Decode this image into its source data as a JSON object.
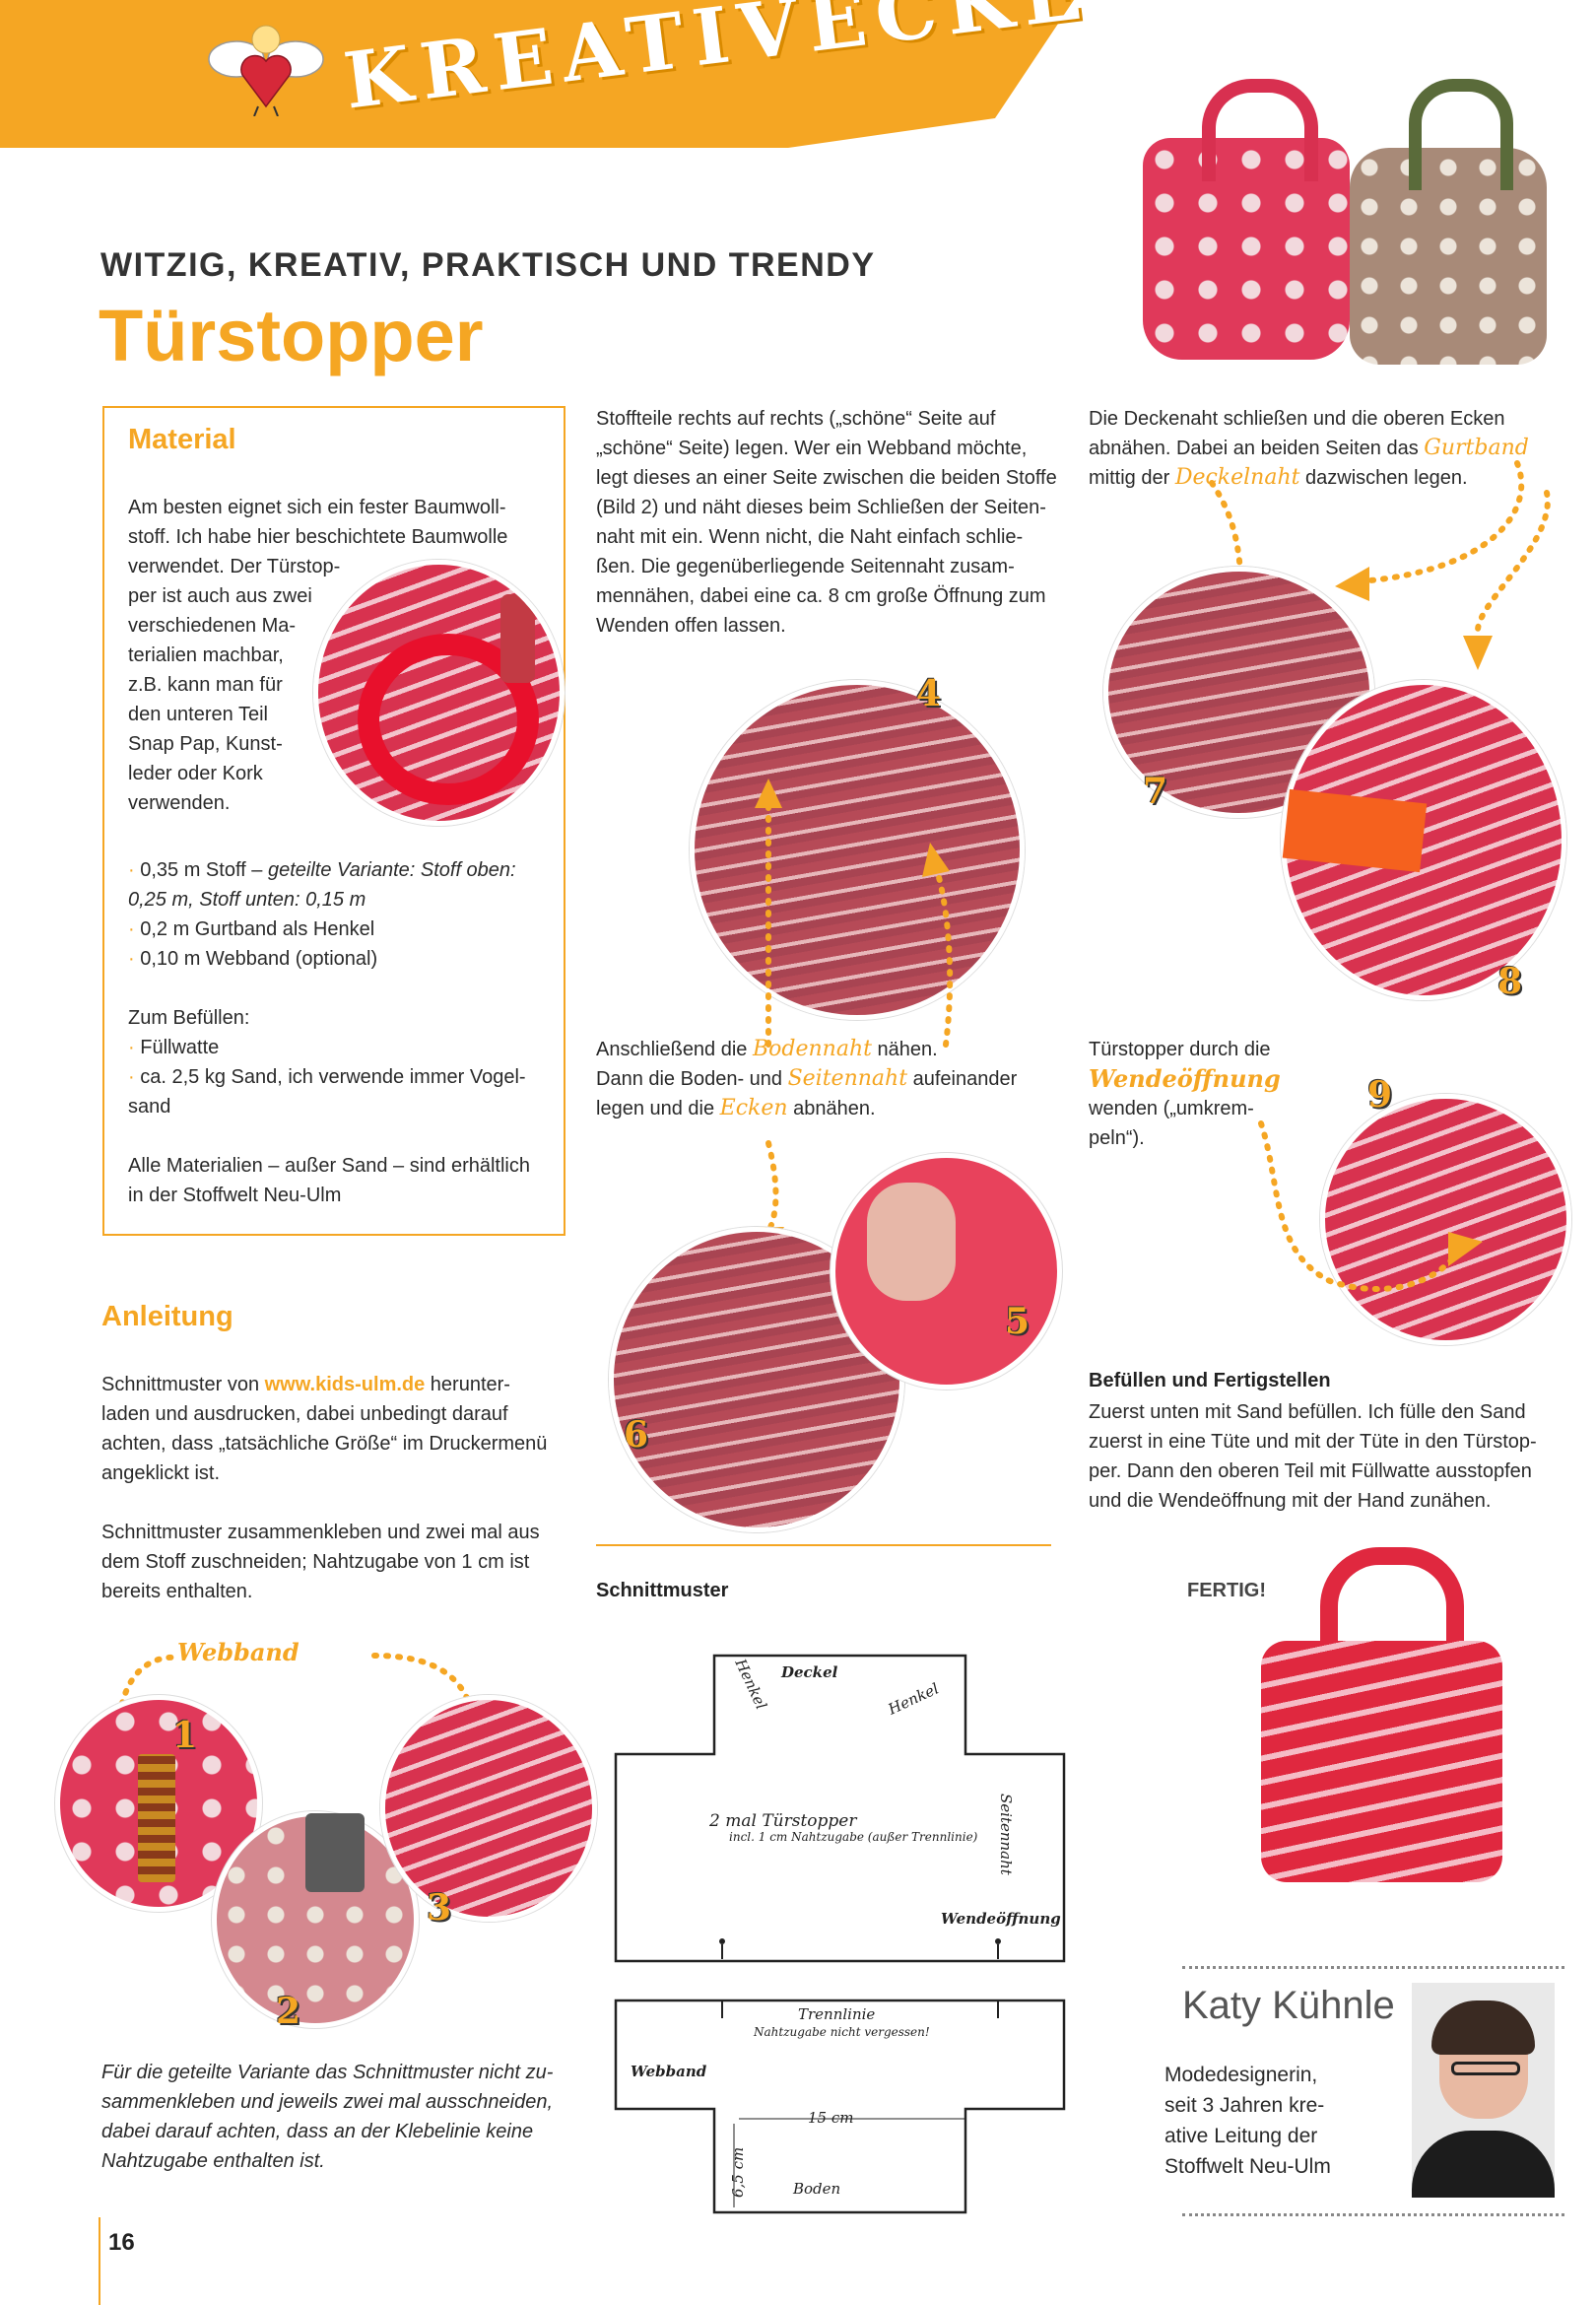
{
  "header": {
    "banner_title": "KREATIVECKE",
    "subtitle": "WITZIG, KREATIV, PRAKTISCH UND TRENDY",
    "title": "Türstopper"
  },
  "material": {
    "heading": "Material",
    "intro": [
      "Am besten eignet sich ein fester Baumwoll-",
      "stoff. Ich habe hier beschichtete Baumwolle",
      "verwendet. Der Türstop-",
      "per ist auch aus zwei",
      "verschiedenen Ma-",
      "terialien machbar,",
      "z.B. kann man für",
      "den unteren Teil",
      "Snap Pap, Kunst-",
      "leder oder Kork",
      "verwenden."
    ],
    "items": [
      {
        "main": "0,35 m Stoff – ",
        "italic": "geteilte Variante: Stoff oben:"
      },
      {
        "main": "",
        "italic": "0,25 m, Stoff unten: 0,15 m"
      },
      {
        "main": "0,2 m Gurtband als Henkel",
        "italic": ""
      },
      {
        "main": "0,10 m Webband (optional)",
        "italic": ""
      }
    ],
    "fill_heading": "Zum Befüllen:",
    "fill_items": [
      "Füllwatte",
      "ca. 2,5 kg Sand, ich verwende immer Vogel-",
      "sand"
    ],
    "note": [
      "Alle Materialien – außer Sand – sind erhältlich",
      "in der Stoffwelt Neu-Ulm"
    ],
    "bullet": "·"
  },
  "anleitung": {
    "heading": "Anleitung",
    "p1_prefix": "Schnittmuster von ",
    "p1_link": "www.kids-ulm.de",
    "p1_suffix": " herunter-",
    "p1_lines": [
      "laden und ausdrucken, dabei unbedingt darauf",
      "achten, dass „tatsächliche Größe“ im Druckermenü",
      "angeklickt ist."
    ],
    "p2_lines": [
      "Schnittmuster zusammenkleben und zwei mal aus",
      "dem Stoff zuschneiden; Nahtzugabe von 1 cm ist",
      "bereits enthalten."
    ]
  },
  "steps_mid": {
    "top_lines": [
      "Stoffteile rechts auf rechts („schöne“ Seite auf",
      "„schöne“ Seite) legen. Wer ein Webband möchte,",
      "legt dieses an einer Seite zwischen die beiden Stoffe",
      "(Bild 2) und näht dieses beim Schließen der Seiten-",
      "naht mit ein. Wenn nicht, die Naht einfach schlie-",
      "ßen. Die gegenüberliegende Seitennaht zusam-",
      "mennähen, dabei eine ca. 8 cm große Öffnung zum",
      "Wenden offen lassen."
    ],
    "bottom_l1a": "Anschließend die ",
    "bottom_l1b": "Bodennaht",
    "bottom_l1c": " nähen.",
    "bottom_l2a": "Dann die Boden- und ",
    "bottom_l2b": "Seitennaht",
    "bottom_l2c": " aufeinander",
    "bottom_l3a": "legen und die ",
    "bottom_l3b": "Ecken",
    "bottom_l3c": " abnähen."
  },
  "steps_right": {
    "top_l1": "Die Deckenaht schließen und die oberen Ecken",
    "top_l2a": "abnähen. Dabei an beiden Seiten das ",
    "top_l2b": "Gurtband",
    "top_l3a": "mittig der ",
    "top_l3b": "Deckelnaht",
    "top_l3c": " dazwischen legen.",
    "turn_l1": "Türstopper durch die",
    "turn_l2": "Wendeöffnung",
    "turn_l3": "wenden („umkrem-",
    "turn_l4": "peln“).",
    "fill_heading": "Befüllen und Fertigstellen",
    "fill_lines": [
      "Zuerst unten mit Sand befüllen. Ich fülle den Sand",
      "zuerst in eine Tüte und mit der Tüte in den Türstop-",
      "per. Dann den oberen Teil mit Füllwatte ausstopfen",
      "und die Wendeöffnung mit der Hand zunähen."
    ],
    "fertig": "FERTIG!"
  },
  "numbers": [
    "1",
    "2",
    "3",
    "4",
    "5",
    "6",
    "7",
    "8",
    "9"
  ],
  "webband_label": "Webband",
  "split_note": [
    "Für die geteilte Variante das Schnittmuster nicht zu-",
    "sammenkleben und jeweils zwei mal ausschneiden,",
    "dabei darauf achten, dass an der Klebelinie keine",
    "Nahtzugabe enthalten ist."
  ],
  "schnittmuster": {
    "heading": "Schnittmuster",
    "deckel": "Deckel",
    "henkel_left": "Henkel",
    "henkel_right": "Henkel",
    "seitennaht": "Seitennaht",
    "main_label": "2 mal Türstopper",
    "main_sub": "incl. 1 cm Nahtzugabe (außer Trennlinie)",
    "wendeoeffnung": "Wendeöffnung",
    "trennlinie": "Trennlinie",
    "trennlinie_sub": "Nahtzugabe nicht vergessen!",
    "webband": "Webband",
    "width": "15 cm",
    "height": "6,5 cm",
    "boden": "Boden"
  },
  "author": {
    "name": "Katy Kühnle",
    "bio": [
      "Modedesignerin,",
      "seit 3 Jahren kre-",
      "ative Leitung der",
      "Stoffwelt Neu-Ulm"
    ]
  },
  "page_number": "16",
  "colors": {
    "accent": "#f5a623",
    "text": "#2a2a2a",
    "fabric_red": "#d8324f"
  }
}
